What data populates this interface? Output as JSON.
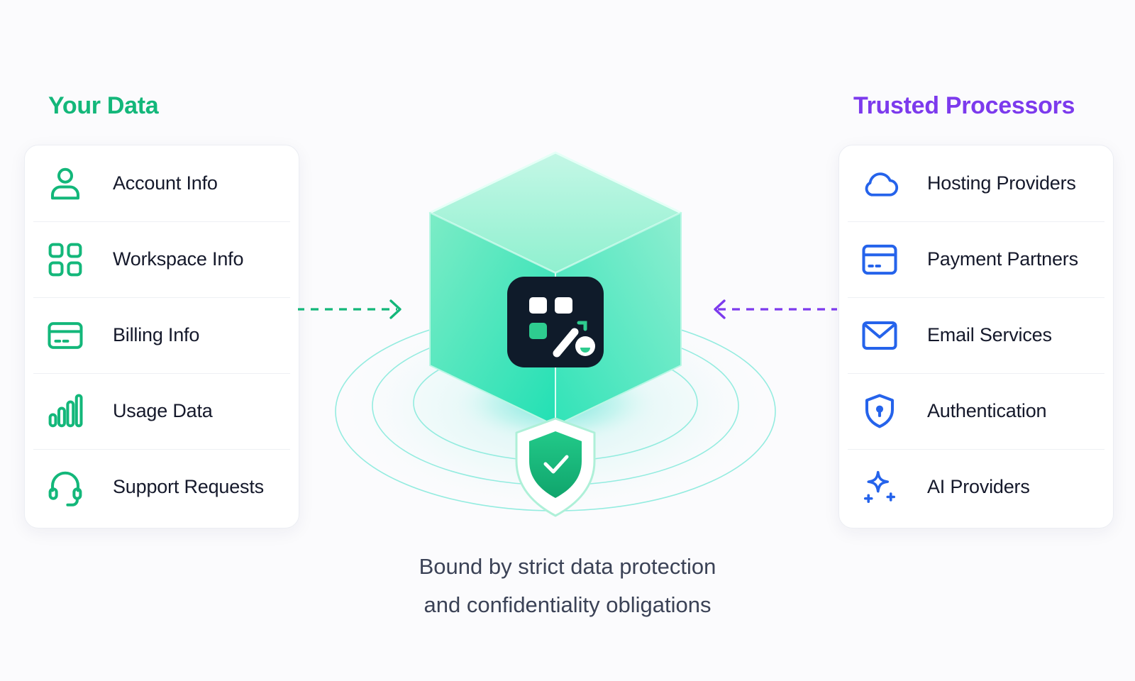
{
  "left": {
    "heading": "Your Data",
    "items": [
      {
        "label": "Account Info",
        "icon": "user-icon"
      },
      {
        "label": "Workspace Info",
        "icon": "grid-icon"
      },
      {
        "label": "Billing Info",
        "icon": "credit-card-icon"
      },
      {
        "label": "Usage Data",
        "icon": "bar-chart-icon"
      },
      {
        "label": "Support Requests",
        "icon": "headset-icon"
      }
    ]
  },
  "right": {
    "heading": "Trusted Processors",
    "items": [
      {
        "label": "Hosting Providers",
        "icon": "cloud-icon"
      },
      {
        "label": "Payment Partners",
        "icon": "credit-card-icon"
      },
      {
        "label": "Email Services",
        "icon": "mail-icon"
      },
      {
        "label": "Authentication",
        "icon": "shield-lock-icon"
      },
      {
        "label": "AI Providers",
        "icon": "sparkles-icon"
      }
    ]
  },
  "caption": {
    "line1": "Bound by strict data protection",
    "line2": "and confidentiality obligations"
  },
  "colors": {
    "left_accent": "#13b77a",
    "right_accent": "#7c3aed",
    "processor_icon": "#2563eb",
    "cube": "#2ee6b0",
    "text": "#15192b",
    "caption": "#3b4256"
  }
}
